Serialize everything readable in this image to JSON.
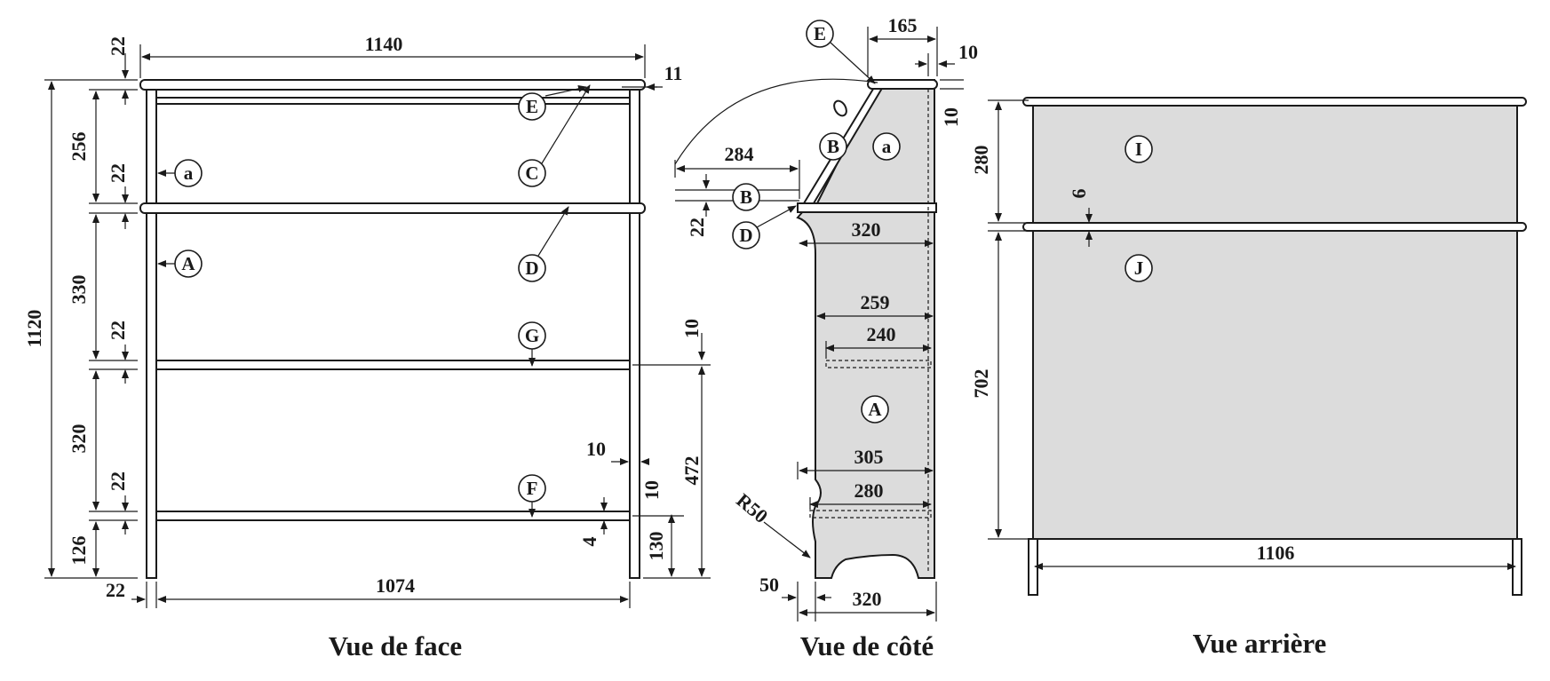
{
  "views": {
    "front": {
      "caption": "Vue de face",
      "dims": {
        "overall_width": "1140",
        "top_thickness": "22",
        "overhang": "11",
        "overall_height": "1120",
        "upper_section": "256",
        "rail_c": "22",
        "middle_section": "330",
        "shelf_g": "22",
        "lower_section": "320",
        "shelf_f": "22",
        "base_height": "126",
        "side_thickness": "22",
        "inner_width": "1074",
        "shelf_g_thick": "10",
        "shelf_g_height": "472",
        "groove_depth": "10",
        "shelf_f_thick": "10",
        "groove_offset": "4",
        "shelf_f_height": "130"
      },
      "parts": [
        "E",
        "C",
        "a",
        "D",
        "A",
        "G",
        "F"
      ]
    },
    "side": {
      "caption": "Vue de côté",
      "dims": {
        "top_depth": "165",
        "back_thick": "10",
        "back_height": "10",
        "flap_reach": "284",
        "flap_thickness": "22",
        "desk_depth": "320",
        "depth_259": "259",
        "depth_240": "240",
        "depth_305": "305",
        "depth_280": "280",
        "radius": "R50",
        "foot": "50",
        "base_depth": "320"
      },
      "parts": [
        "E",
        "B",
        "a",
        "B",
        "D",
        "A"
      ]
    },
    "back": {
      "caption": "Vue arrière",
      "dims": {
        "upper_height": "280",
        "rail_gap": "6",
        "lower_height": "702",
        "width": "1106"
      },
      "parts": [
        "I",
        "J"
      ]
    }
  }
}
